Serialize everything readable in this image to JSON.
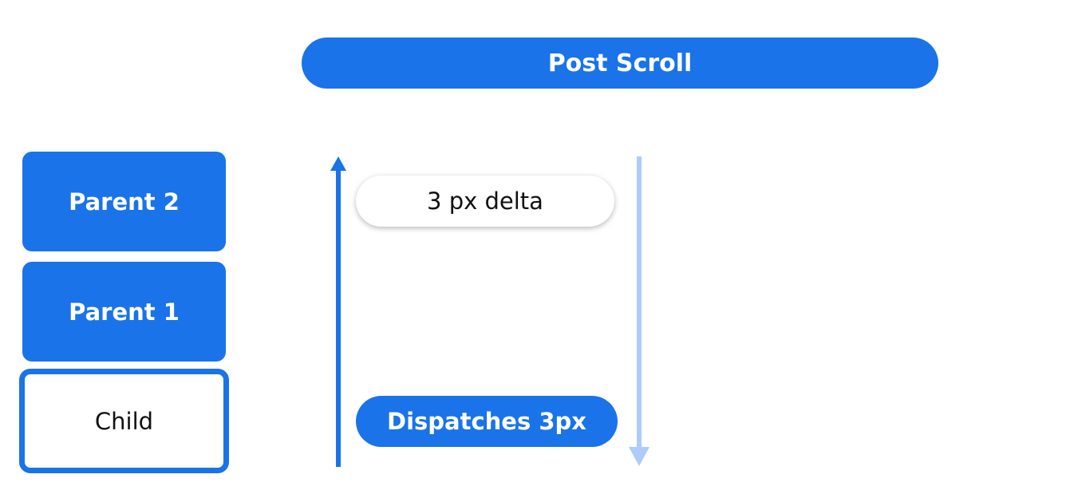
{
  "banner": {
    "label": "Post Scroll"
  },
  "nodes": {
    "parent_2": "Parent 2",
    "parent_1": "Parent 1",
    "child": "Child"
  },
  "labels": {
    "delta": "3 px delta",
    "dispatch": "Dispatches 3px"
  },
  "colors": {
    "primary": "#1a73e8",
    "arrow_down": "#aecbfa",
    "node_text_dark": "#111111",
    "background": "#ffffff"
  },
  "icons": {
    "up_arrow": "arrow-up-icon",
    "down_arrow": "arrow-down-icon"
  }
}
